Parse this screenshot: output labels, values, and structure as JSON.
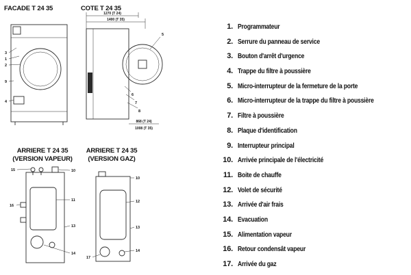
{
  "diagrams": {
    "facade": {
      "title": "FACADE T 24 35",
      "callouts": [
        "3",
        "1",
        "2",
        "9",
        "4"
      ]
    },
    "cote": {
      "title": "COTE T 24 35",
      "dim_top_1": "1270 (T 24)",
      "dim_top_2": "1400 (T 35)",
      "dim_bottom_1": "868 (T 24)",
      "dim_bottom_2": "1008 (T 35)",
      "callouts": [
        "5",
        "6",
        "7",
        "8"
      ]
    },
    "arriere_vapeur": {
      "title": "ARRIERE T 24 35",
      "subtitle": "(VERSION VAPEUR)",
      "callouts": [
        "15",
        "10",
        "16",
        "11",
        "13",
        "14"
      ]
    },
    "arriere_gaz": {
      "title": "ARRIERE T 24 35",
      "subtitle": "(VERSION GAZ)",
      "callouts": [
        "10",
        "12",
        "13",
        "14",
        "17"
      ]
    }
  },
  "legend": {
    "items": [
      {
        "num": "1.",
        "label": "Programmateur"
      },
      {
        "num": "2.",
        "label": "Serrure du panneau de service"
      },
      {
        "num": "3.",
        "label": "Bouton d'arrêt d'urgence"
      },
      {
        "num": "4.",
        "label": "Trappe du filtre à poussière"
      },
      {
        "num": "5.",
        "label": "Micro-interrupteur de la fermeture de la porte"
      },
      {
        "num": "6.",
        "label": "Micro-interrupteur de la trappe du filtre à poussière"
      },
      {
        "num": "7.",
        "label": "Filtre à poussière"
      },
      {
        "num": "8.",
        "label": "Plaque d'identification"
      },
      {
        "num": "9.",
        "label": "Interrupteur principal"
      },
      {
        "num": "10.",
        "label": "Arrivée principale de l'électricité"
      },
      {
        "num": "11.",
        "label": "Boite de chauffe"
      },
      {
        "num": "12.",
        "label": "Volet de sécurité"
      },
      {
        "num": "13.",
        "label": "Arrivée d'air frais"
      },
      {
        "num": "14.",
        "label": "Evacuation"
      },
      {
        "num": "15.",
        "label": "Alimentation vapeur"
      },
      {
        "num": "16.",
        "label": "Retour condensât vapeur"
      },
      {
        "num": "17.",
        "label": "Arrivée du gaz"
      }
    ]
  }
}
